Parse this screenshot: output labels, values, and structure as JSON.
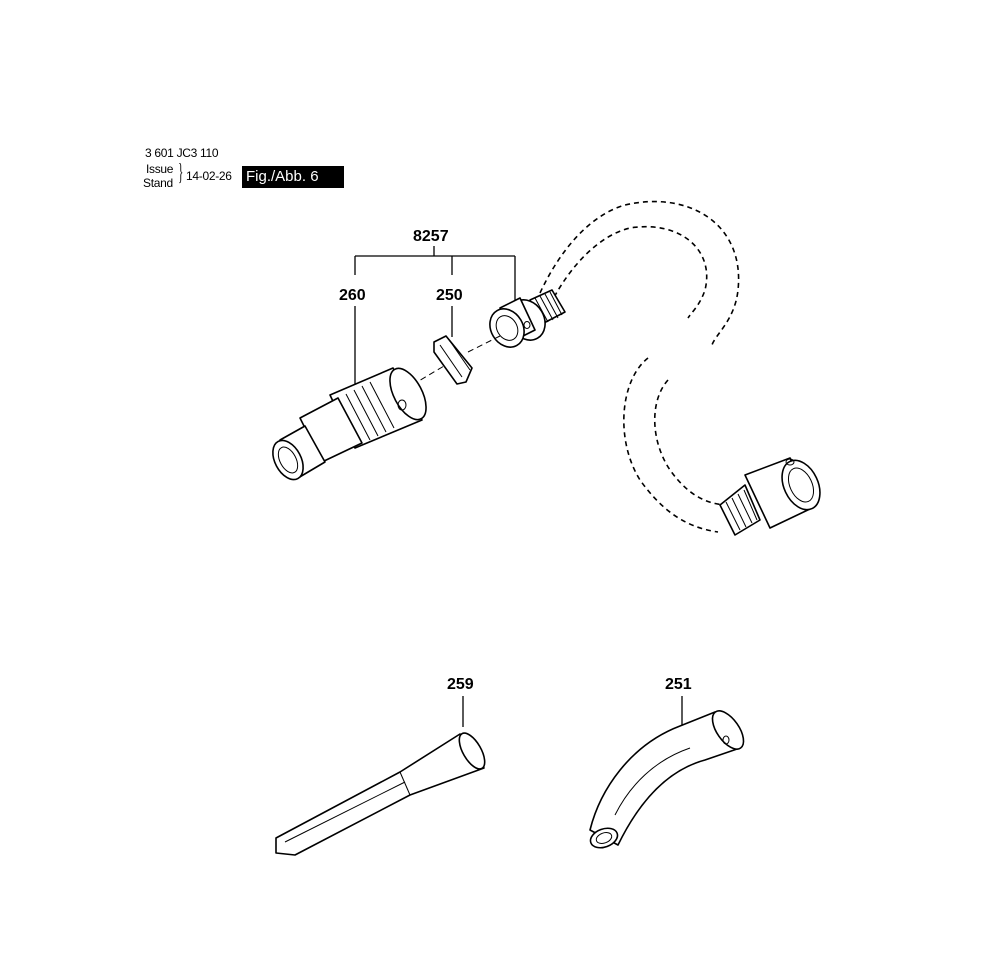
{
  "header": {
    "part_number": "3 601 JC3 110",
    "issue_label": "Issue",
    "stand_label": "Stand",
    "date": "14-02-26",
    "figure_label": "Fig./Abb. 6"
  },
  "parts": {
    "kit": "8257",
    "nozzle_adapter": "260",
    "clip": "250",
    "crevice_nozzle": "259",
    "elbow": "251"
  }
}
